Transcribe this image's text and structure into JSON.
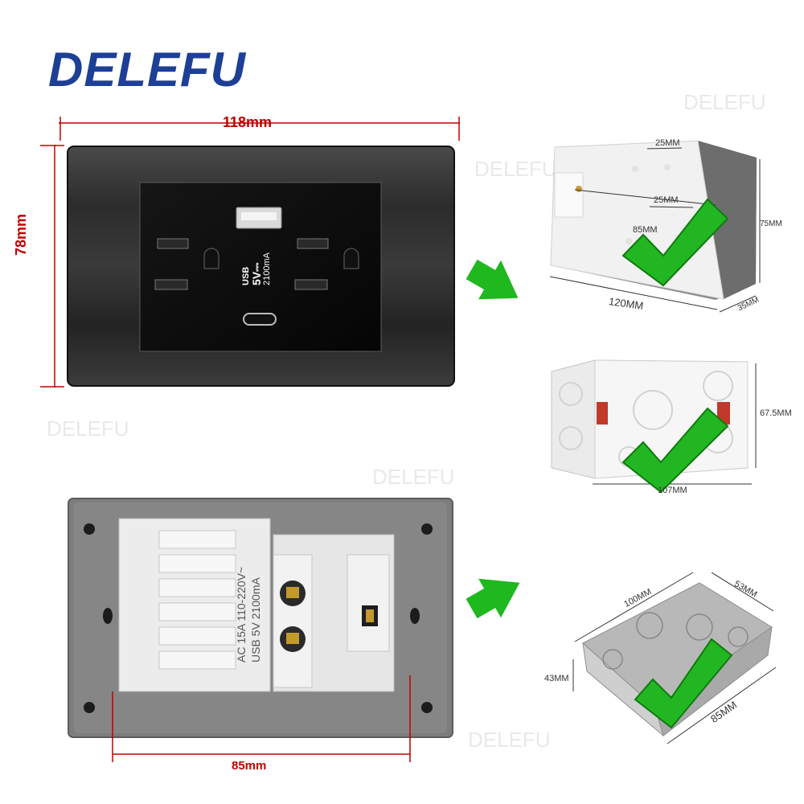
{
  "brand": "DELEFU",
  "watermark": "DELEFU",
  "front": {
    "width_label": "118mm",
    "height_label": "78mm",
    "usb_text_1": "USB",
    "usb_text_2": "5V⎓",
    "usb_text_3": "2100mA"
  },
  "back": {
    "width_label": "85mm",
    "module_text_1": "AC 15A 110-220V~",
    "module_text_2": "USB 5V 2100mA"
  },
  "box1": {
    "top_label": "25MM",
    "inner_label": "25MM",
    "mid_label": "85MM",
    "width_label": "120MM",
    "depth_label": "35MM",
    "height_label": "75MM"
  },
  "box2": {
    "width_label": "107MM",
    "height_label": "67.5MM"
  },
  "box3": {
    "width_label": "100MM",
    "depth_label": "53MM",
    "height_label": "43MM",
    "length_label": "85MM"
  },
  "colors": {
    "brand": "#1d3f95",
    "dimension_red": "#c00000",
    "arrow_green": "#1fb81f",
    "check_green": "#22b722"
  }
}
